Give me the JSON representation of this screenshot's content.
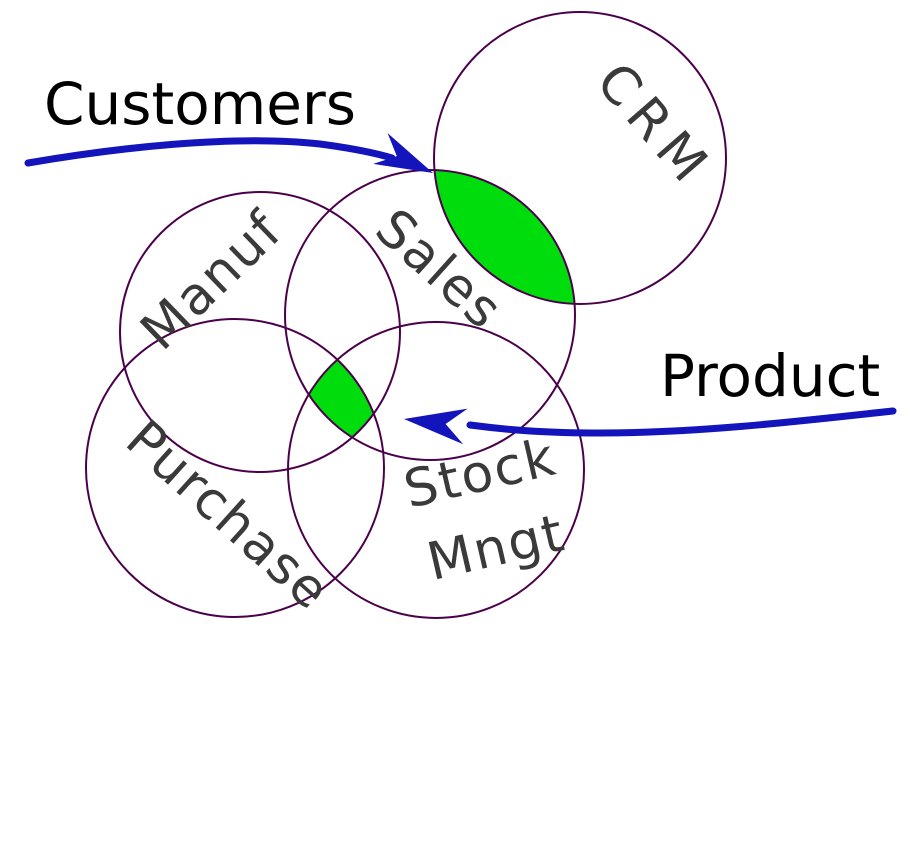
{
  "colors": {
    "circle_stroke": "#4b004b",
    "highlight_green": "#00dd0c",
    "arrow_blue": "#1414bd",
    "label_dark": "#3a3a3a",
    "annotation_black": "#000000"
  },
  "circles": [
    {
      "label": "CRM"
    },
    {
      "label": "Sales"
    },
    {
      "label": "Manuf"
    },
    {
      "label": "Purchase"
    },
    {
      "label_line1": "Stock",
      "label_line2": "Mngt"
    }
  ],
  "annotations": {
    "customers": "Customers",
    "product": "Product"
  }
}
